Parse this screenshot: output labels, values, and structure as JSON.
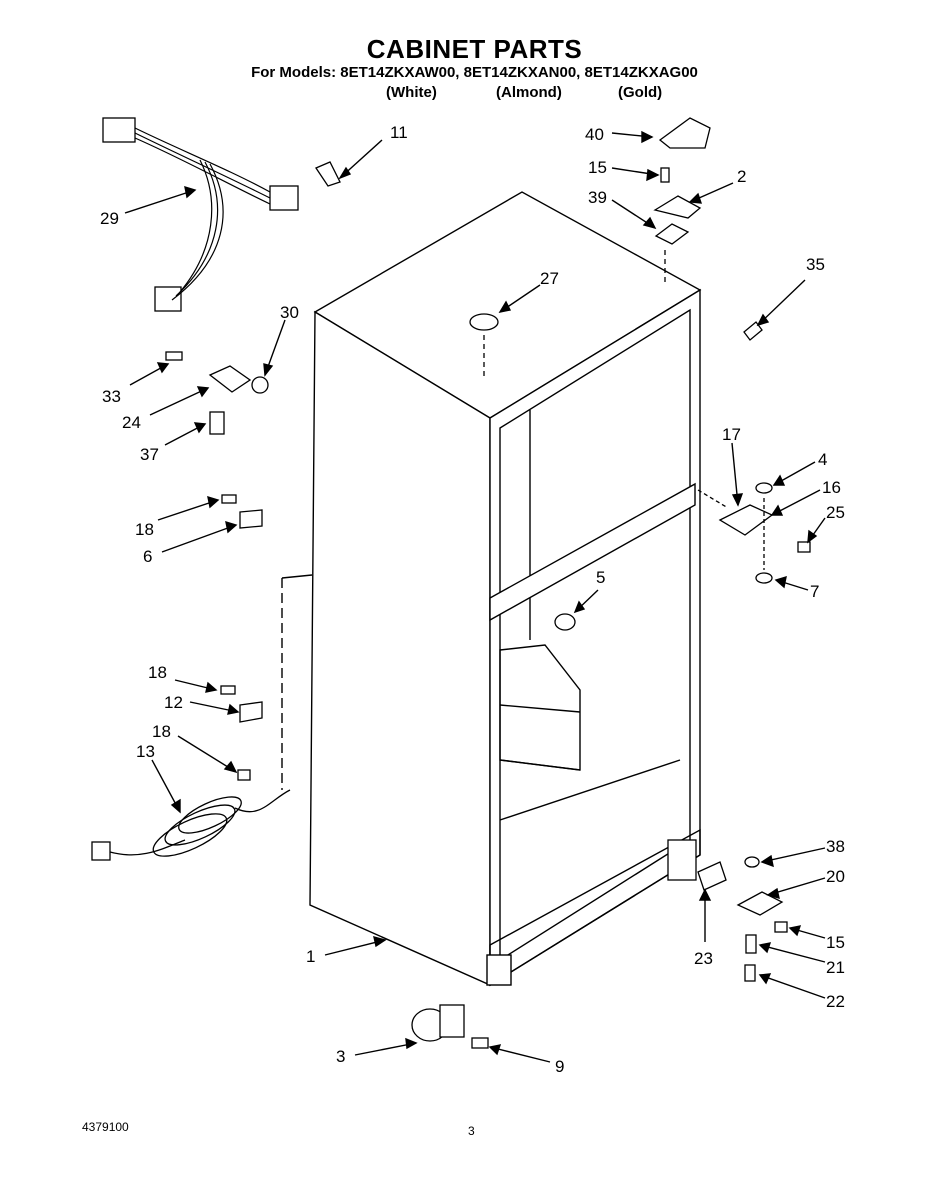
{
  "title": "CABINET PARTS",
  "models_line": "For Models: 8ET14ZKXAW00, 8ET14ZKXAN00, 8ET14ZKXAG00",
  "colors": [
    "(White)",
    "(Almond)",
    "(Gold)"
  ],
  "doc_number": "4379100",
  "page_number": "3",
  "callouts": [
    "11",
    "40",
    "15",
    "2",
    "39",
    "29",
    "27",
    "35",
    "30",
    "33",
    "24",
    "37",
    "17",
    "4",
    "16",
    "25",
    "18",
    "6",
    "5",
    "7",
    "18",
    "12",
    "18",
    "13",
    "38",
    "20",
    "15",
    "1",
    "23",
    "21",
    "22",
    "3",
    "9"
  ]
}
